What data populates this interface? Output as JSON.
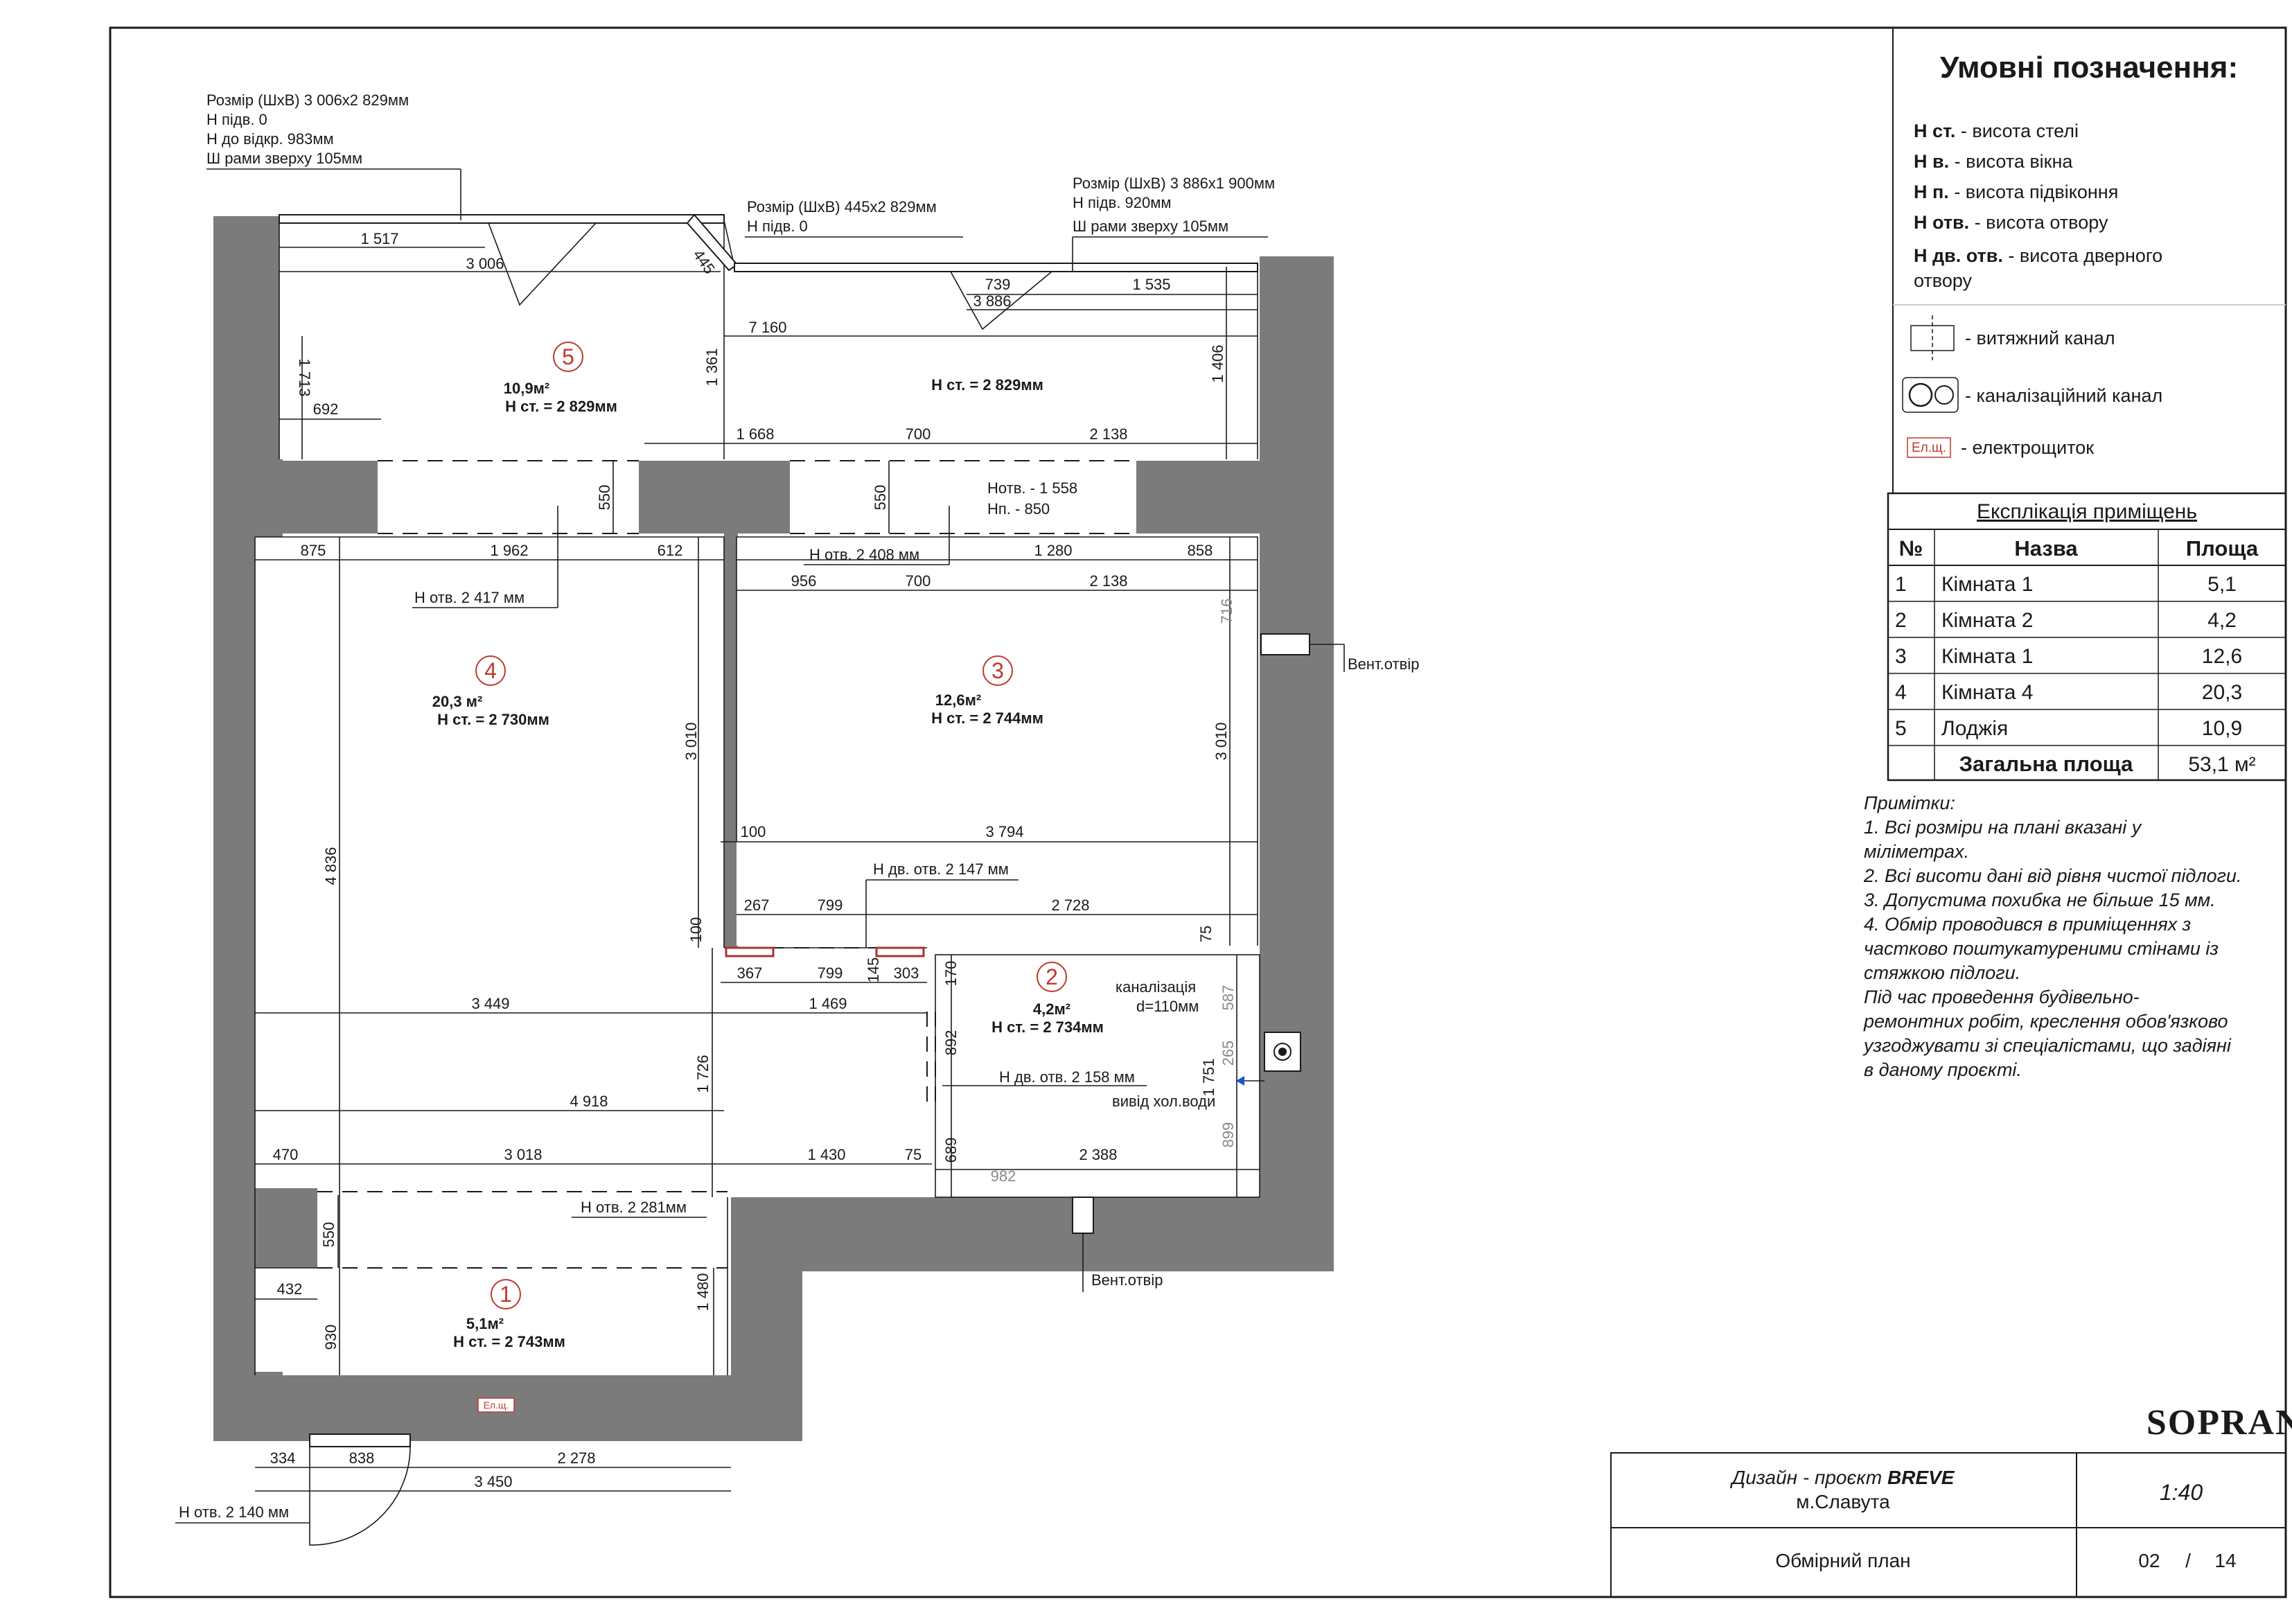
{
  "legend": {
    "title": "Умовні позначення:",
    "items": [
      {
        "key": "Н ст.",
        "text": " - висота стелі"
      },
      {
        "key": "Н в.",
        "text": " - висота вікна"
      },
      {
        "key": "Н п.",
        "text": " - висота підвіконня"
      },
      {
        "key": "Н отв.",
        "text": " - висота отвору"
      },
      {
        "key": "Н дв. отв.",
        "text": " - висота дверного"
      }
    ],
    "door_cont": "отвору",
    "symbols": [
      {
        "icon": "exhaust-duct-icon",
        "text": "- витяжний канал"
      },
      {
        "icon": "sewer-pipe-icon",
        "text": "- каналізаційний канал"
      },
      {
        "icon": "electrical-panel-icon",
        "tag": "Ел.щ.",
        "text": "- електрощиток"
      }
    ]
  },
  "schedule": {
    "title": "Експлікація приміщень",
    "headers": [
      "№",
      "Назва",
      "Площа"
    ],
    "rows": [
      [
        "1",
        "Кімната 1",
        "5,1"
      ],
      [
        "2",
        "Кімната 2",
        "4,2"
      ],
      [
        "3",
        "Кімната 1",
        "12,6"
      ],
      [
        "4",
        "Кімната 4",
        "20,3"
      ],
      [
        "5",
        "Лоджія",
        "10,9"
      ]
    ],
    "total_label": "Загальна площа",
    "total_value": "53,1 м²"
  },
  "notes": {
    "lines": [
      "Примітки:",
      "1. Всі розміри на плані вказані у",
      "міліметрах.",
      "2. Всі висоти дані від рівня чистої підлоги.",
      "3. Допустима похибка не більше 15 мм.",
      "4. Обмір проводився в приміщеннях з",
      "частково поштукатуреними стінами із",
      "стяжкою підлоги.",
      "Під час проведення будівельно-",
      "ремонтних робіт, креслення обов'язково",
      "узгоджувати зі спеціалістами, що задіяні",
      "в даному проєкті."
    ]
  },
  "title_block": {
    "brand": "SOPRANO",
    "project_prefix": "Дизайн - проєкт ",
    "project_name": "BREVE",
    "city": "м.Славута",
    "scale": "1:40",
    "sheet_title": "Обмірний план",
    "sheet_num": "02",
    "sheet_sep": "/",
    "sheet_total": "14"
  },
  "plan": {
    "rooms": [
      {
        "num": "1",
        "area": "5,1м²",
        "height": "Н ст. = 2 743мм"
      },
      {
        "num": "2",
        "area": "4,2м²",
        "height": "Н ст. = 2 734мм"
      },
      {
        "num": "3",
        "area": "12,6м²",
        "height": "Н ст. = 2 744мм"
      },
      {
        "num": "4",
        "area": "20,3 м²",
        "height": "Н ст. = 2 730мм"
      },
      {
        "num": "5",
        "area": "10,9м²",
        "height": "Н ст. = 2 829мм"
      }
    ],
    "loggia_right_height": "Н ст. = 2 829мм",
    "windows": {
      "w1": [
        "Розмір (ШхВ) 3 006х2 829мм",
        "Н підв.    0",
        "Н до відкр. 983мм",
        "Ш рами зверху  105мм"
      ],
      "w2": [
        "Розмір (ШхВ) 445х2 829мм",
        "Н підв.    0"
      ],
      "w3": [
        "Розмір (ШхВ) 3 886х1 900мм",
        "Н підв.   920мм",
        "Ш рами зверху  105мм"
      ]
    },
    "openings": {
      "o1": "Н отв. 2 417 мм",
      "o2": "Н отв. 2 408 мм",
      "o3_a": "Нотв. - 1 558",
      "o3_b": "Нп. - 850",
      "o4": "Н дв. отв. 2 147 мм",
      "o5": "Н дв. отв. 2 158 мм",
      "o6": "Н отв. 2 281мм",
      "o7": "Н отв. 2 140 мм"
    },
    "vent1": "Вент.отвір",
    "vent2": "Вент.отвір",
    "sewer": [
      "каналізація",
      "d=110мм"
    ],
    "cold_water": "вивід хол.води",
    "panel_tag": "Ел.щ.",
    "dims": {
      "d1517": "1 517",
      "d3006": "3 006",
      "d445": "445",
      "d739": "739",
      "d1535": "1 535",
      "d3886": "3 886",
      "d7160": "7 160",
      "d1713": "1 713",
      "d1361": "1 361",
      "d1406": "1 406",
      "d692": "692",
      "d1668": "1 668",
      "d700a": "700",
      "d2138a": "2 138",
      "d550a": "550",
      "d550b": "550",
      "d875": "875",
      "d1962": "1 962",
      "d612": "612",
      "d1280": "1 280",
      "d858": "858",
      "d956": "956",
      "d700b": "700",
      "d2138b": "2 138",
      "d716": "716",
      "d3010a": "3 010",
      "d3010b": "3 010",
      "d4836": "4 836",
      "d100a": "100",
      "d3794": "3 794",
      "d267": "267",
      "d799a": "799",
      "d2728": "2 728",
      "d100b": "100",
      "d75a": "75",
      "d367": "367",
      "d799b": "799",
      "d145": "145",
      "d303": "303",
      "d170": "170",
      "d587": "587",
      "d3449": "3 449",
      "d1469": "1 469",
      "d892": "892",
      "d265": "265",
      "d1751": "1 751",
      "d4918": "4 918",
      "d1726": "1 726",
      "d899": "899",
      "d470": "470",
      "d3018": "3 018",
      "d1430": "1 430",
      "d75b": "75",
      "d689": "689",
      "d2388": "2 388",
      "d982": "982",
      "d550c": "550",
      "d432": "432",
      "d930": "930",
      "d1480": "1 480",
      "d334": "334",
      "d838": "838",
      "d2278": "2 278",
      "d3450": "3 450"
    }
  }
}
